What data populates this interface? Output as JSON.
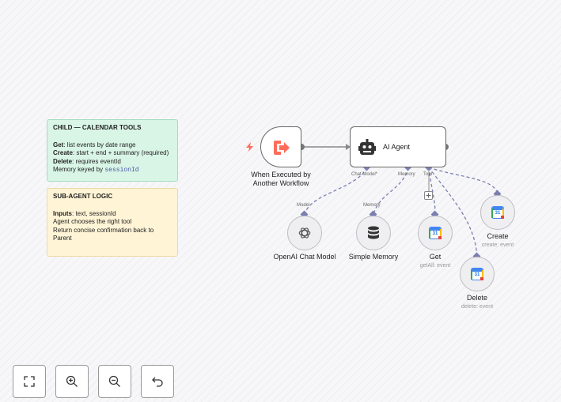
{
  "notes": {
    "child": {
      "title": "CHILD — CALENDAR TOOLS",
      "get_label": "Get",
      "get_text": ": list events by date range",
      "create_label": "Create",
      "create_text": ": start + end + summary (required)",
      "delete_label": "Delete",
      "delete_text": ": requires eventId",
      "memory_text": "Memory keyed by ",
      "memory_code": "sessionId"
    },
    "subagent": {
      "title": "SUB-AGENT LOGIC",
      "inputs_label": "Inputs",
      "inputs_text": ": text, sessionId",
      "line2": "Agent chooses the right tool",
      "line3": "Return concise confirmation back to Parent"
    }
  },
  "nodes": {
    "trigger": {
      "label_line1": "When Executed by",
      "label_line2": "Another Workflow"
    },
    "agent": {
      "label": "AI Agent",
      "ports": [
        "Chat Model*",
        "Memory",
        "Tool"
      ]
    },
    "chat_model": {
      "label": "OpenAI Chat Model",
      "port": "Model"
    },
    "memory": {
      "label": "Simple Memory",
      "port": "Memory"
    },
    "get": {
      "label": "Get",
      "sublabel": "getAll: event"
    },
    "create": {
      "label": "Create",
      "sublabel": "create: event"
    },
    "delete": {
      "label": "Delete",
      "sublabel": "delete: event"
    }
  },
  "calendar_icon_text": "31",
  "toolbar": [
    "fit-view",
    "zoom-in",
    "zoom-out",
    "undo"
  ],
  "colors": {
    "trigger_accent": "#ff6d5a",
    "connector": "#7b7fb0",
    "note_green": "#d9f5e6",
    "note_yellow": "#fff4d6"
  }
}
